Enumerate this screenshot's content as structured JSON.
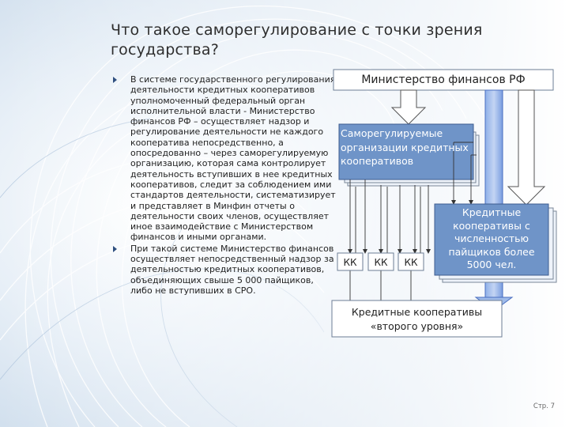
{
  "slide": {
    "title": "Что такое саморегулирование с точки зрения государства?",
    "bullets": [
      "В системе государственного регулирования деятельности кредитных кооперативов уполномоченный федеральный орган исполнительной власти - Министерство финансов РФ – осуществляет надзор и регулирование деятельности не каждого кооператива непосредственно, а опосредованно – через саморегулируемую организацию, которая сама контролирует деятельность вступивших в нее кредитных кооперативов, следит за соблюдением ими стандартов деятельности, систематизирует и представляет в Минфин отчеты о деятельности своих членов, осуществляет иное взаимодействие с Министерством финансов и иными органами.",
      "При такой системе Министерство финансов осуществляет непосредственный надзор за деятельностью кредитных кооперативов, объединяющих свыше 5 000 пайщиков, либо не вступивших в СРО."
    ],
    "page": "Стр. 7"
  },
  "diagram": {
    "ministry": "Министерство финансов РФ",
    "sro": "Саморегулируемые организации кредитных кооперативов",
    "large_coops": "Кредитные кооперативы с численностью пайщиков более 5000 чел.",
    "kk_labels": [
      "КК",
      "КК",
      "КК"
    ],
    "second_level": "Кредитные кооперативы «второго уровня»"
  },
  "colors": {
    "box_fill_blue": "#6f94c8",
    "arrow_blue": "#9fbbe9",
    "title_text": "#2e2e2e",
    "bullet_marker": "#2f4f7f"
  }
}
